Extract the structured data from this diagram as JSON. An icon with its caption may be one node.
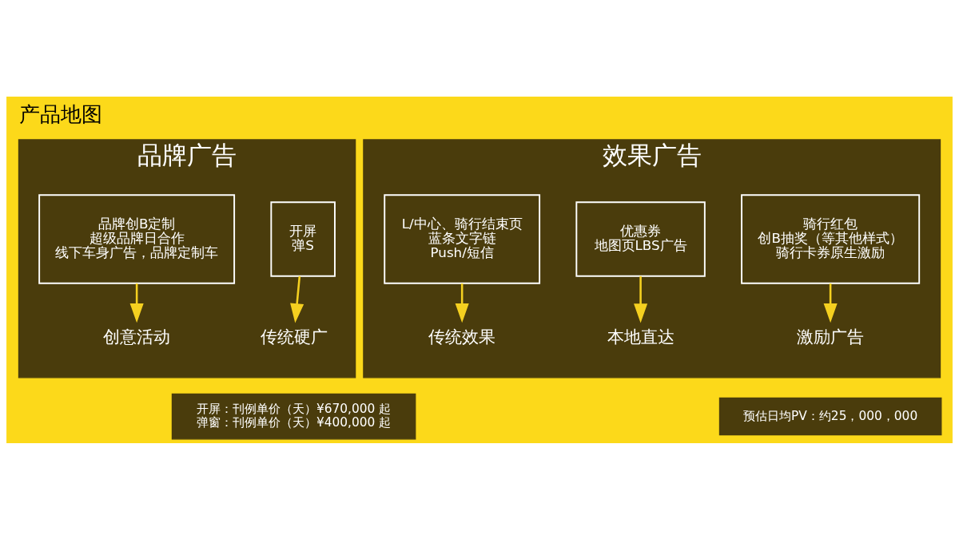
{
  "diagram": {
    "title": "产品地图",
    "nodes": [
      {
        "text": [
          "品牌广告"
        ]
      },
      {
        "text": [
          "开屏",
          "弹S"
        ],
        "in": 0
      },
      {
        "text": [
          "传统硬广"
        ],
        "in": 0
      },
      {
        "text": [
          "品牌创B定制",
          "超级品牌日合作",
          "线下车身广告，品牌定制车"
        ],
        "in": 0
      },
      {
        "text": [
          "创意活动"
        ],
        "in": 0
      },
      {
        "text": [
          "效果广告"
        ]
      },
      {
        "text": [
          "骑行红包",
          "创B抽奖（等其他样式）",
          "骑行卡券原生激励"
        ],
        "in": 5
      },
      {
        "text": [
          "激励广告"
        ],
        "in": 5
      },
      {
        "text": [
          "优惠券",
          "地图页LBS广告"
        ],
        "in": 5
      },
      {
        "text": [
          "本地直达"
        ],
        "in": 5
      },
      {
        "text": [
          "L/中心、骑行结束页",
          "蓝条文字链",
          "Push/短信"
        ],
        "in": 5
      },
      {
        "text": [
          "传统效果"
        ],
        "in": 5
      },
      {
        "text": [
          "开屏：刊例单价（天）¥670,000 起",
          "弹窗：刊例单价（天）¥400,000 起"
        ]
      },
      {
        "text": [
          "预估日均PV：约25，000，000"
        ]
      }
    ],
    "edges": [
      {
        "from": 1,
        "to": 2,
        "arrow": "to"
      },
      {
        "from": 3,
        "to": 4,
        "arrow": "to"
      },
      {
        "from": 6,
        "to": 7,
        "arrow": "to"
      },
      {
        "from": 8,
        "to": 9,
        "arrow": "to"
      },
      {
        "from": 10,
        "to": 11,
        "arrow": "to"
      }
    ]
  }
}
